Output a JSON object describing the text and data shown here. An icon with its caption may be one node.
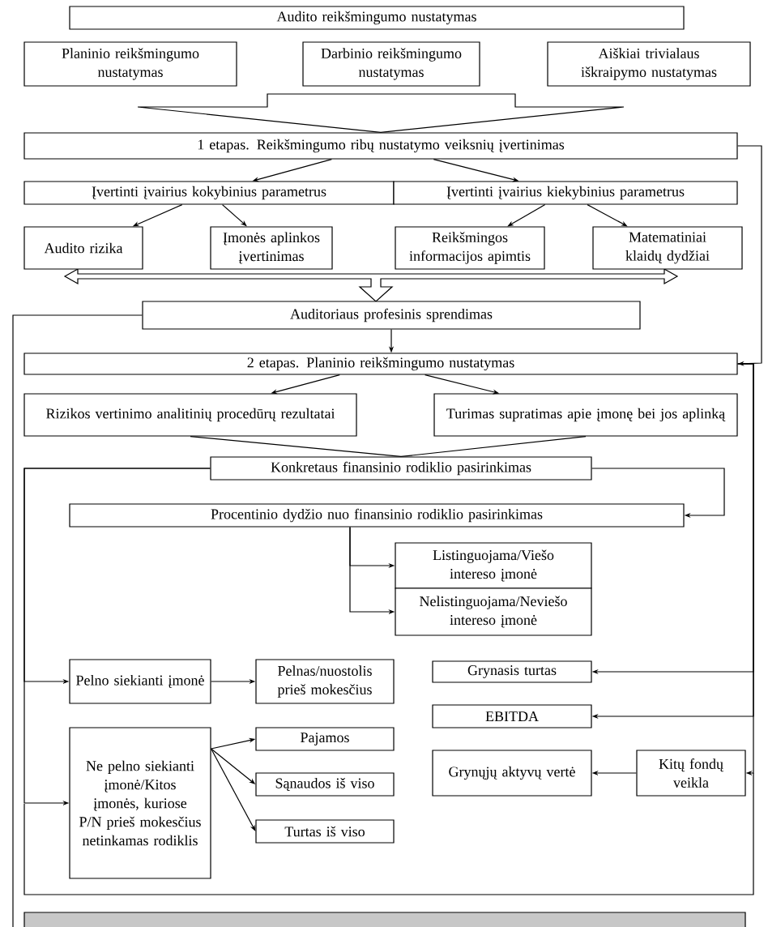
{
  "diagram": {
    "nodes": [
      {
        "text": [
          "Audito reikšmingumo nustatymas"
        ]
      },
      {
        "text": [
          "Planinio reikšmingumo nustatymas"
        ]
      },
      {
        "text": [
          "Darbinio reikšmingumo nustatymas"
        ]
      },
      {
        "text": [
          "Aiškiai trivialaus iškraipymo nustatymas"
        ]
      },
      {
        "text": [
          "1 etapas. Reikšmingumo ribų nustatymo veiksnių įvertinimas"
        ]
      },
      {
        "text": [
          "Įvertinti įvairius kokybinius parametrus"
        ]
      },
      {
        "text": [
          "Įvertinti įvairius kiekybinius parametrus"
        ]
      },
      {
        "text": [
          "Audito rizika"
        ]
      },
      {
        "text": [
          "Įmonės aplinkos įvertinimas"
        ]
      },
      {
        "text": [
          "Reikšmingos informacijos apimtis"
        ]
      },
      {
        "text": [
          "Matematiniai klaidų dydžiai"
        ]
      },
      {
        "text": [
          "Auditoriaus profesinis sprendimas"
        ]
      },
      {
        "text": [
          "2 etapas. Planinio reikšmingumo nustatymas"
        ]
      },
      {
        "text": [
          "Rizikos vertinimo analitinių procedūrų rezultatai"
        ]
      },
      {
        "text": [
          "Turimas supratimas apie įmonę bei jos aplinką"
        ]
      },
      {
        "text": [
          "Konkretaus finansinio rodiklio pasirinkimas"
        ]
      },
      {
        "text": [
          "Procentinio dydžio nuo finansinio rodiklio pasirinkimas"
        ]
      },
      {
        "text": [
          "Listinguojama/Viešo intereso įmonė"
        ]
      },
      {
        "text": [
          "Nelistinguojama/Neviešo intereso įmonė"
        ]
      },
      {
        "text": [
          "Pelno siekianti įmonė"
        ]
      },
      {
        "text": [
          "Ne pelno siekianti įmonė/Kitos įmonės, kuriose P/N prieš mokesčius netinkamas rodiklis"
        ]
      },
      {
        "text": [
          "Pelnas/nuostolis prieš mokesčius"
        ]
      },
      {
        "text": [
          "Pajamos"
        ]
      },
      {
        "text": [
          "Sąnaudos iš viso"
        ]
      },
      {
        "text": [
          "Turtas iš viso"
        ]
      },
      {
        "text": [
          "Grynasis turtas"
        ]
      },
      {
        "text": [
          "EBITDA"
        ]
      },
      {
        "text": [
          "Grynųjų aktyvų vertė"
        ]
      },
      {
        "text": [
          "Kitų fondų veikla"
        ]
      }
    ],
    "edges": [
      {
        "from": 1,
        "to": 4,
        "arrow": "to"
      },
      {
        "from": 2,
        "to": 4,
        "arrow": "to"
      },
      {
        "from": 3,
        "to": 4,
        "arrow": "to"
      },
      {
        "from": 4,
        "to": 5,
        "arrow": "to"
      },
      {
        "from": 4,
        "to": 6,
        "arrow": "to"
      },
      {
        "from": 5,
        "to": 7,
        "arrow": "to"
      },
      {
        "from": 5,
        "to": 8,
        "arrow": "to"
      },
      {
        "from": 6,
        "to": 9,
        "arrow": "to"
      },
      {
        "from": 6,
        "to": 10,
        "arrow": "to"
      },
      {
        "from": 4,
        "to": 12,
        "arrow": "to"
      },
      {
        "from": 11,
        "to": 12,
        "arrow": "to"
      },
      {
        "from": 12,
        "to": 13,
        "arrow": "to"
      },
      {
        "from": 12,
        "to": 14,
        "arrow": "to"
      },
      {
        "from": 13,
        "to": 15,
        "arrow": "none"
      },
      {
        "from": 14,
        "to": 15,
        "arrow": "none"
      },
      {
        "from": 15,
        "to": 16,
        "arrow": "to"
      },
      {
        "from": 16,
        "to": 17,
        "arrow": "to"
      },
      {
        "from": 16,
        "to": 18,
        "arrow": "to"
      },
      {
        "from": 15,
        "to": 19,
        "arrow": "to"
      },
      {
        "from": 15,
        "to": 20,
        "arrow": "to"
      },
      {
        "from": 19,
        "to": 21,
        "arrow": "to"
      },
      {
        "from": 20,
        "to": 22,
        "arrow": "to"
      },
      {
        "from": 20,
        "to": 23,
        "arrow": "to"
      },
      {
        "from": 20,
        "to": 24,
        "arrow": "to"
      },
      {
        "from": 12,
        "to": 25,
        "arrow": "to"
      },
      {
        "from": 12,
        "to": 26,
        "arrow": "to"
      },
      {
        "from": 12,
        "to": 28,
        "arrow": "to"
      },
      {
        "from": 28,
        "to": 27,
        "arrow": "to"
      },
      {
        "from": 11,
        "to": null,
        "arrow": "none"
      }
    ]
  }
}
